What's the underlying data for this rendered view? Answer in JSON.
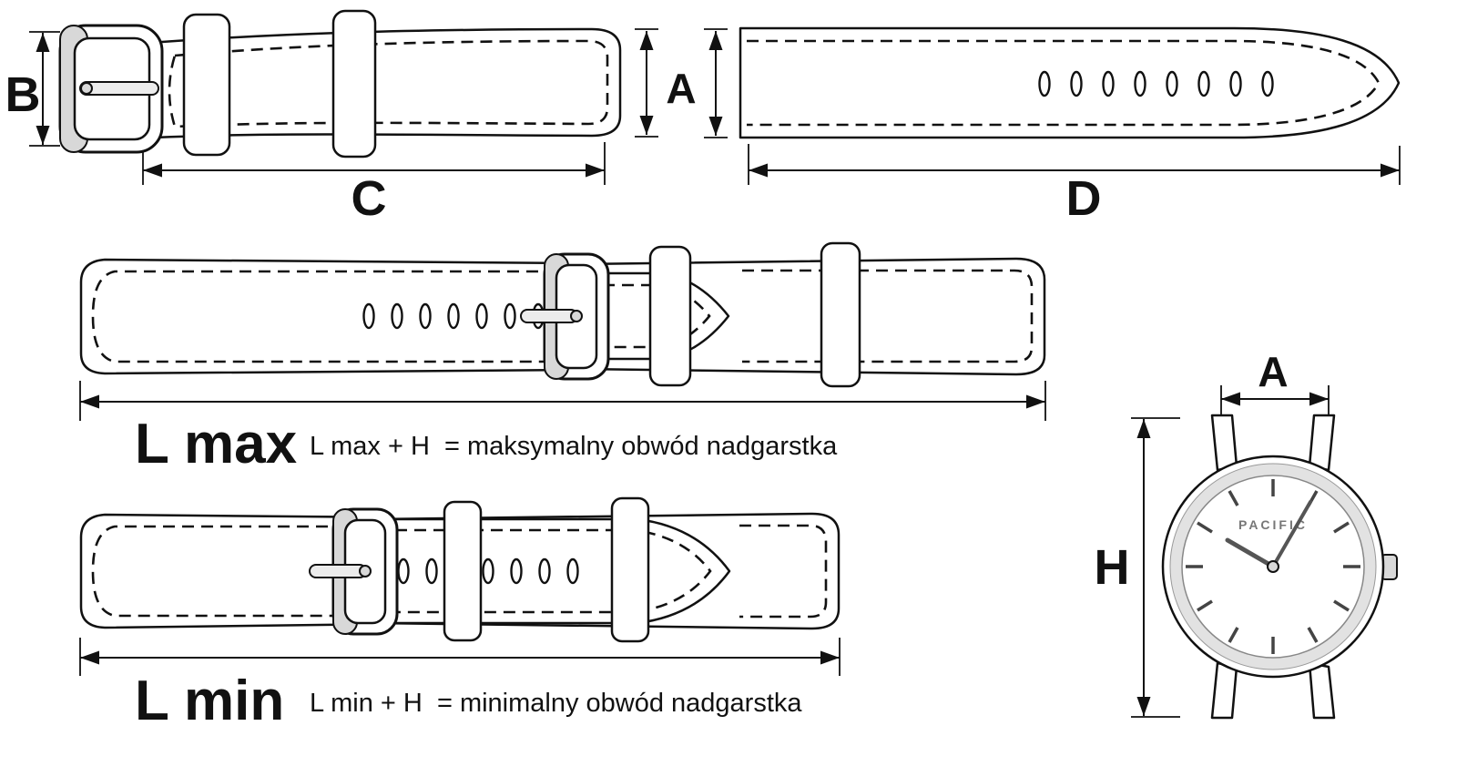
{
  "diagram": {
    "labels": {
      "a": "A",
      "b": "B",
      "c": "C",
      "d": "D",
      "h": "H",
      "l_max": "L max",
      "l_min": "L min"
    },
    "formulas": {
      "l_max": "L max + H  = maksymalny obwód nadgarstka",
      "l_min": "L min + H  = minimalny obwód nadgarstka"
    },
    "watch": {
      "brand": "PACIFIC"
    },
    "colors": {
      "line": "#111111",
      "background": "#ffffff",
      "metal": "#d8d8d8"
    }
  }
}
